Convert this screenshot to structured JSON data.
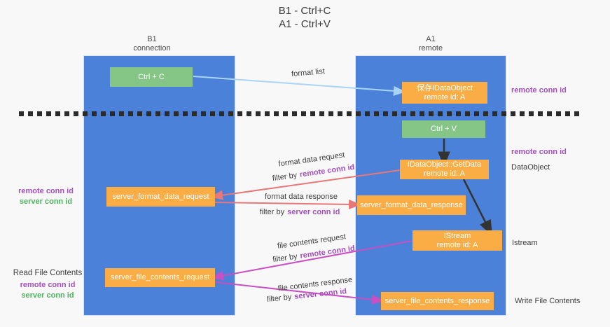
{
  "title": {
    "line1": "B1 - Ctrl+C",
    "line2": "A1 - Ctrl+V"
  },
  "lanes": {
    "left": {
      "name_line": "B1",
      "role_line": "connection"
    },
    "right": {
      "name_line": "A1",
      "role_line": "remote"
    }
  },
  "nodes": {
    "ctrl_c": {
      "label": "Ctrl + C"
    },
    "saved_dataobject": {
      "line1": "保存IDataObject",
      "line2": "remote id: A"
    },
    "ctrl_v": {
      "label": "Ctrl + V"
    },
    "getdata": {
      "line1": "IDataObject::GetData",
      "line2": "remote id: A"
    },
    "server_format_data_request": {
      "label": "server_format_data_request"
    },
    "server_format_data_response": {
      "label": "server_format_data_response"
    },
    "istream": {
      "line1": "IStream",
      "line2": "remote id: A"
    },
    "server_file_contents_request": {
      "label": "server_file_contents_request"
    },
    "server_file_contents_response": {
      "label": "server_file_contents_response"
    }
  },
  "edge_labels": {
    "format_list": "format list",
    "format_data_request": "format data request",
    "format_data_response": "format data response",
    "file_contents_request": "file contents request",
    "file_contents_response": "file contents response",
    "filter_by": "filter by",
    "remote_conn_id": "remote conn id",
    "server_conn_id": "server conn id"
  },
  "side_labels": {
    "remote_conn_id": "remote conn id",
    "server_conn_id": "server conn id",
    "dataobject": "DataObject",
    "istream": "Istream",
    "read_file_contents": "Read File Contents",
    "write_file_contents": "Write File Contents"
  },
  "colors": {
    "lane_blue": "#4b81d8",
    "node_orange": "#f9ad44",
    "node_green": "#85c687",
    "arrow_salmon": "#e87878",
    "arrow_magenta": "#c94fc3",
    "arrow_lightblue": "#aad4f5",
    "arrow_black": "#333333",
    "dashed_divider": "#2b2b2b",
    "text_purple": "#a44fc0",
    "text_green": "#4db25f"
  }
}
